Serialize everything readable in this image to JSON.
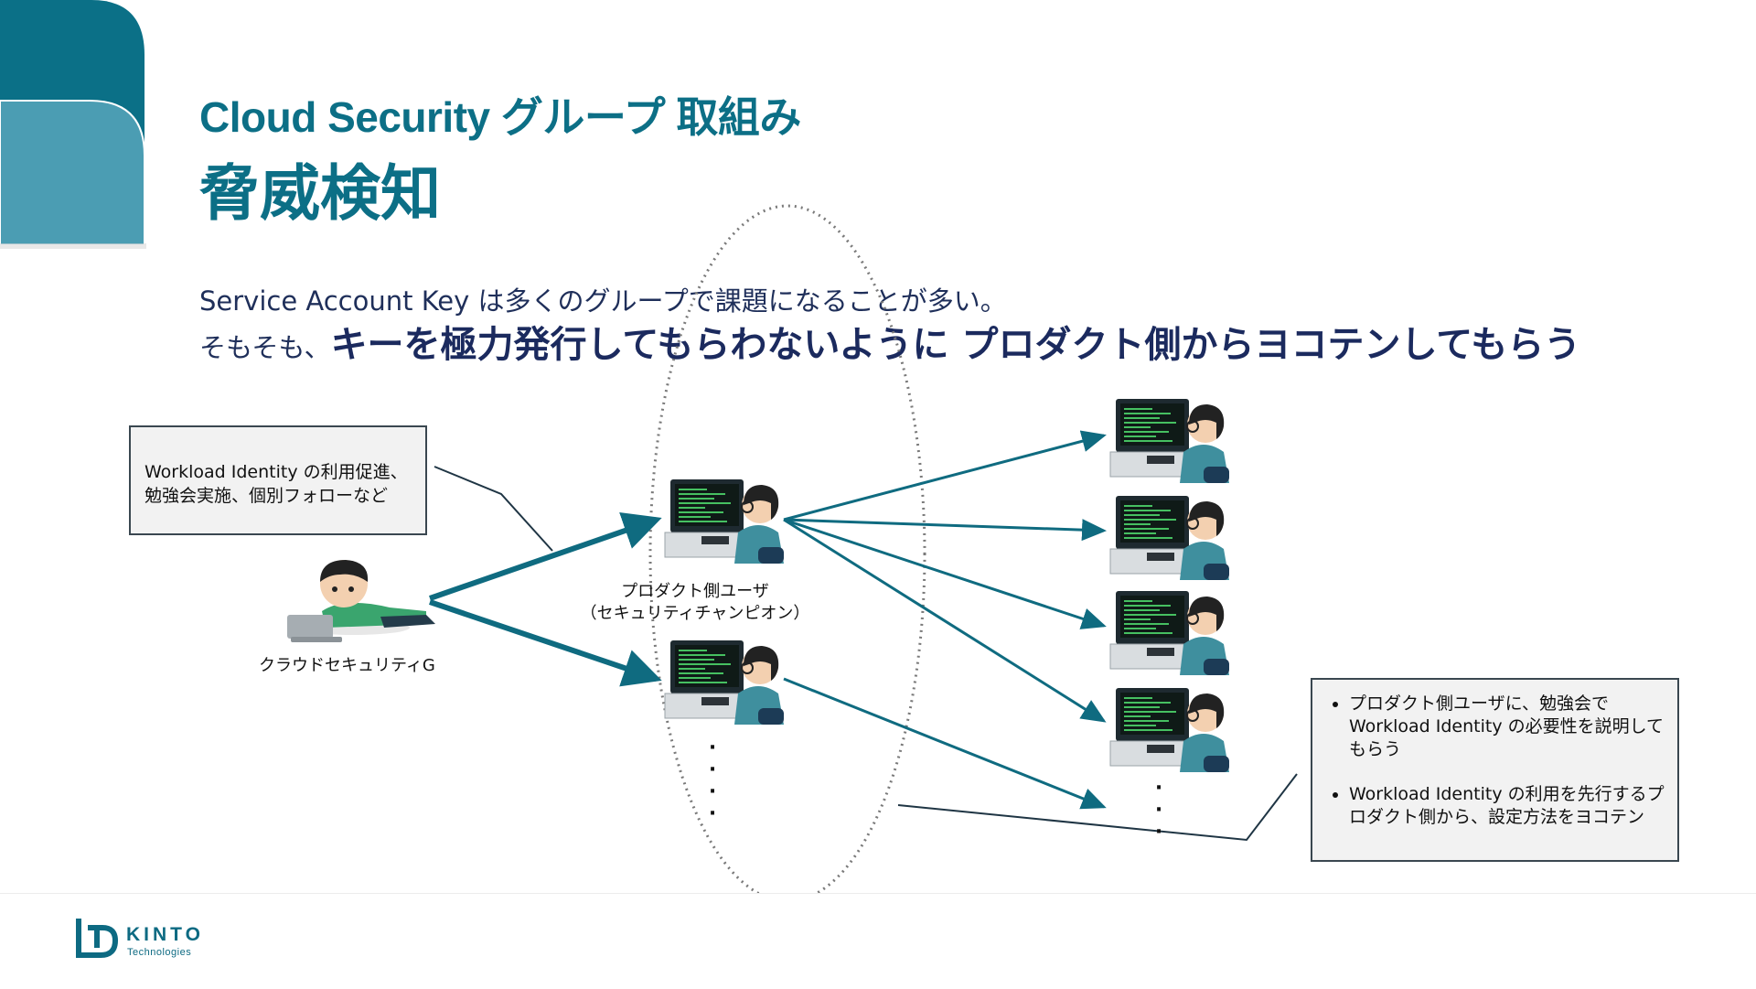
{
  "header": {
    "title": "Cloud Security グループ 取組み",
    "heading": "脅威検知"
  },
  "lead": {
    "line1": "Service Account Key は多くのグループで課題になることが多い。",
    "line2_prefix": "そもそも、",
    "line2_emphasis": "キーを極力発行してもらわないように プロダクト側からヨコテンしてもらう"
  },
  "callout_left": {
    "line1": "Workload Identity の利用促進、",
    "line2": "勉強会実施、個別フォローなど"
  },
  "labels": {
    "cloud_security_group": "クラウドセキュリティG",
    "product_user": "プロダクト側ユーザ",
    "security_champion": "（セキュリティチャンピオン）"
  },
  "callout_right": {
    "items": [
      "プロダクト側ユーザに、勉強会で Workload Identity の必要性を説明してもらう",
      "Workload Identity の利用を先行するプロダクト側から、設定方法をヨコテン"
    ]
  },
  "footer": {
    "logo_name": "KINTO",
    "logo_sub": "Technologies"
  },
  "colors": {
    "brand_teal": "#0c6f86",
    "arrow_teal": "#0f6b80",
    "navy_text": "#1f2f5a"
  },
  "icons": [
    "person-laptop-icon",
    "user-at-computer-icon",
    "ellipsis-dots"
  ]
}
